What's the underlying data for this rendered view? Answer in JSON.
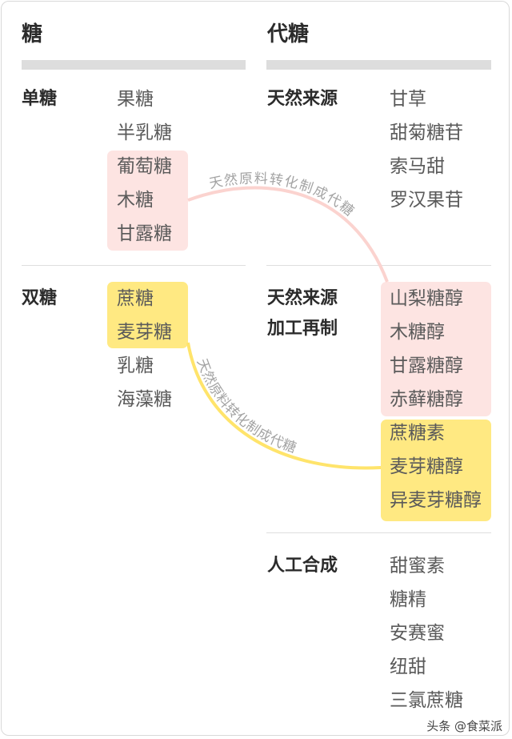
{
  "left": {
    "title": "糖",
    "groups": [
      {
        "name": "单糖",
        "items": [
          "果糖",
          "半乳糖",
          "葡萄糖",
          "木糖",
          "甘露糖"
        ]
      },
      {
        "name": "双糖",
        "items": [
          "蔗糖",
          "麦芽糖",
          "乳糖",
          "海藻糖"
        ]
      }
    ]
  },
  "right": {
    "title": "代糖",
    "groups": [
      {
        "name": "天然来源",
        "items": [
          "甘草",
          "甜菊糖苷",
          "索马甜",
          "罗汉果苷"
        ]
      },
      {
        "name_line1": "天然来源",
        "name_line2": "加工再制",
        "items": [
          "山梨糖醇",
          "木糖醇",
          "甘露糖醇",
          "赤藓糖醇",
          "蔗糖素",
          "麦芽糖醇",
          "异麦芽糖醇"
        ]
      },
      {
        "name": "人工合成",
        "items": [
          "甜蜜素",
          "糖精",
          "安赛蜜",
          "纽甜",
          "三氯蔗糖"
        ]
      }
    ]
  },
  "arcs": {
    "upper_label": "天然原料转化制成代糖",
    "lower_label": "天然原料转化制成代糖",
    "upper_color": "#fbd3cf",
    "lower_color": "#ffe46b"
  },
  "colors": {
    "pink_highlight": "#fde4e2",
    "yellow_highlight": "#ffe982"
  },
  "watermark": "头条 @食菜派"
}
